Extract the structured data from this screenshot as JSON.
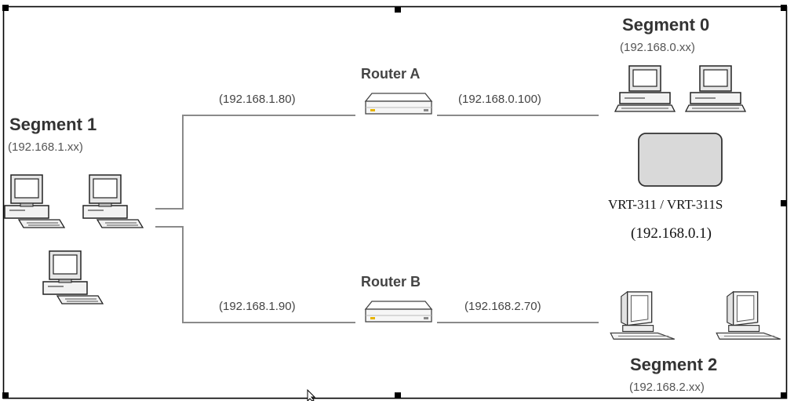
{
  "segment0": {
    "title": "Segment 0",
    "subnet": "(192.168.0.xx)"
  },
  "segment1": {
    "title": "Segment 1",
    "subnet": "(192.168.1.xx)"
  },
  "segment2": {
    "title": "Segment 2",
    "subnet": "(192.168.2.xx)"
  },
  "router_a": {
    "title": "Router A",
    "lan_ip": "(192.168.1.80)",
    "wan_ip": "(192.168.0.100)"
  },
  "router_b": {
    "title": "Router B",
    "lan_ip": "(192.168.1.90)",
    "wan_ip": "(192.168.2.70)"
  },
  "device": {
    "model": "VRT-311 / VRT-311S",
    "ip": "(192.168.0.1)"
  },
  "colors": {
    "line": "#8a8a8a",
    "device_fill": "#d9d9d9",
    "frame": "#000000"
  }
}
